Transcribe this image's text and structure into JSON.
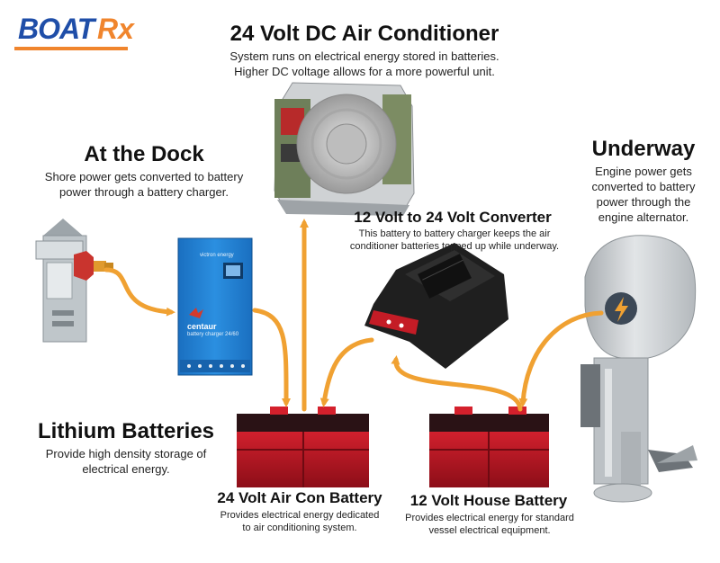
{
  "logo": {
    "text": "BOAT",
    "accent": "Rx"
  },
  "sections": {
    "ac": {
      "title": "24 Volt DC Air Conditioner",
      "line1": "System runs on electrical energy stored in batteries.",
      "line2": "Higher DC voltage allows for a more powerful unit."
    },
    "dock": {
      "title": "At the Dock",
      "line1": "Shore power gets converted to battery",
      "line2": "power through a battery charger."
    },
    "underway": {
      "title": "Underway",
      "line1": "Engine power gets",
      "line2": "converted to battery",
      "line3": "power through the",
      "line4": "engine alternator."
    },
    "converter": {
      "title": "12 Volt to 24 Volt Converter",
      "line1": "This battery to battery charger keeps the air",
      "line2": "conditioner batteries topped up while underway."
    },
    "lithium": {
      "title": "Lithium Batteries",
      "line1": "Provide high density storage of",
      "line2": "electrical energy."
    },
    "ac_battery": {
      "title": "24 Volt Air Con Battery",
      "line1": "Provides electrical energy dedicated",
      "line2": "to air conditioning system."
    },
    "house_battery": {
      "title": "12 Volt House Battery",
      "line1": "Provides electrical energy for standard",
      "line2": "vessel electrical equipment."
    }
  },
  "charger": {
    "brand": "victron energy",
    "model": "centaur",
    "label": "battery charger 24/60"
  },
  "colors": {
    "arrow": "#f0a132",
    "logo_blue": "#1f4ea8",
    "logo_orange": "#f0852d",
    "charger_blue": "#1d7fd0",
    "battery_red": "#b51622",
    "battery_dark": "#2a1215",
    "engine": "#c9cdd0",
    "bolt_badge": "#3c4856"
  }
}
